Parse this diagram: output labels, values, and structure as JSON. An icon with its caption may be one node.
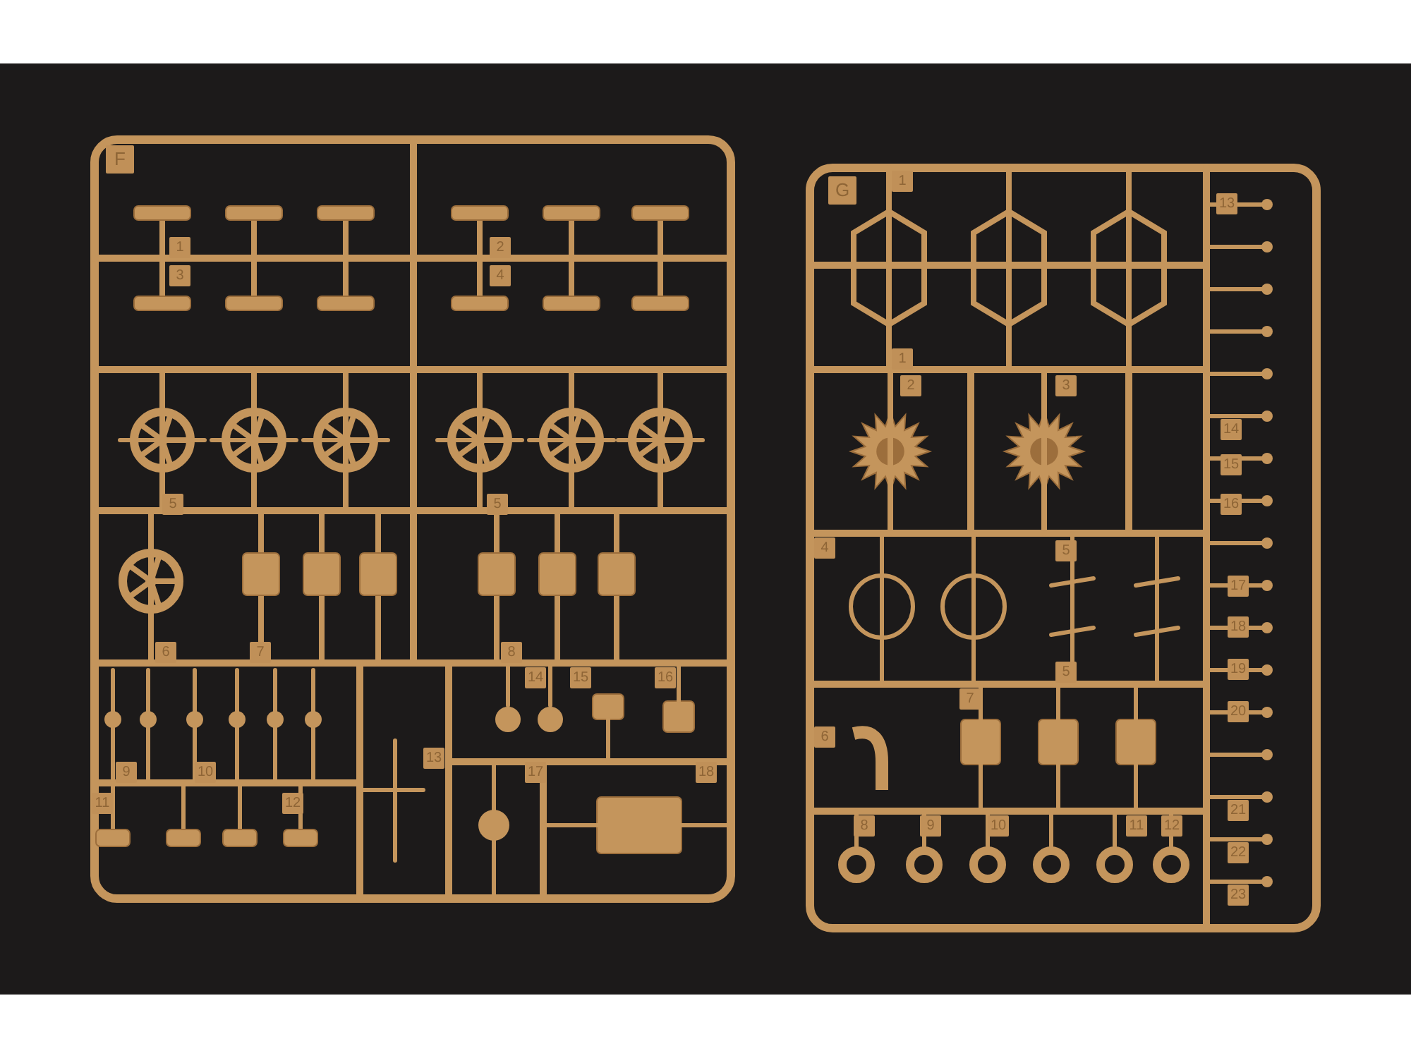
{
  "diagram": {
    "labels": [
      "F",
      "1",
      "3",
      "2",
      "4",
      "5",
      "5",
      "6",
      "7",
      "8",
      "14",
      "15",
      "16",
      "13",
      "9",
      "10",
      "17",
      "18",
      "11",
      "12",
      "G",
      "1",
      "13",
      "1",
      "2",
      "3",
      "14",
      "15",
      "16",
      "4",
      "5",
      "17",
      "18",
      "5",
      "19",
      "7",
      "20",
      "6",
      "21",
      "8",
      "9",
      "10",
      "11",
      "12",
      "22",
      "23"
    ]
  }
}
